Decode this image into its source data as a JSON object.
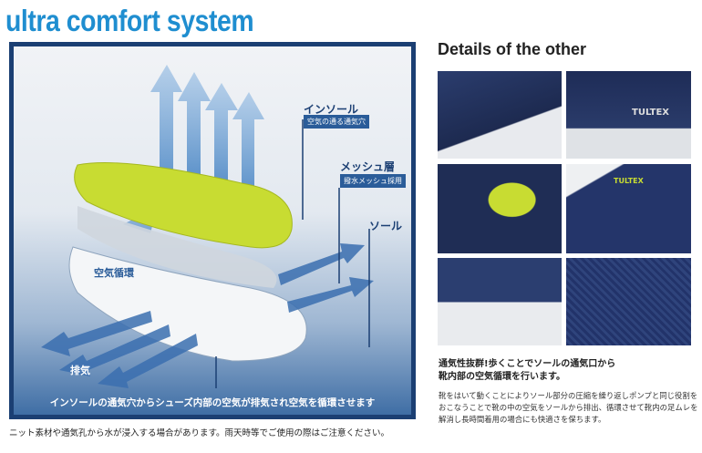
{
  "title": "ultra comfort system",
  "diagram": {
    "insole_label": "インソール",
    "insole_tag": "空気の通る通気穴",
    "mesh_label": "メッシュ層",
    "mesh_tag": "撥水メッシュ採用",
    "sole_label": "ソール",
    "air_circulation": "空気循環",
    "exhaust": "排気",
    "banner": "インソールの通気穴からシューズ内部の空気が排気され空気を循環させます"
  },
  "note": "ニット素材や通気孔から水が浸入する場合があります。雨天時等でご使用の際はご注意ください。",
  "details": {
    "heading": "Details of the other",
    "brand": "TULTEX",
    "headline1": "通気性抜群!歩くことでソールの通気口から",
    "headline2": "靴内部の空気循環を行います。",
    "body": "靴をはいて動くことによりソール部分の圧縮を繰り返しポンプと同じ役割をおこなうことで靴の中の空気をソールから排出、循環させて靴内の足ムレを解消し長時間着用の場合にも快適さを保ちます。"
  },
  "colors": {
    "accent": "#1f8ed0",
    "navy": "#1b3f73",
    "lime": "#c8dc32"
  }
}
